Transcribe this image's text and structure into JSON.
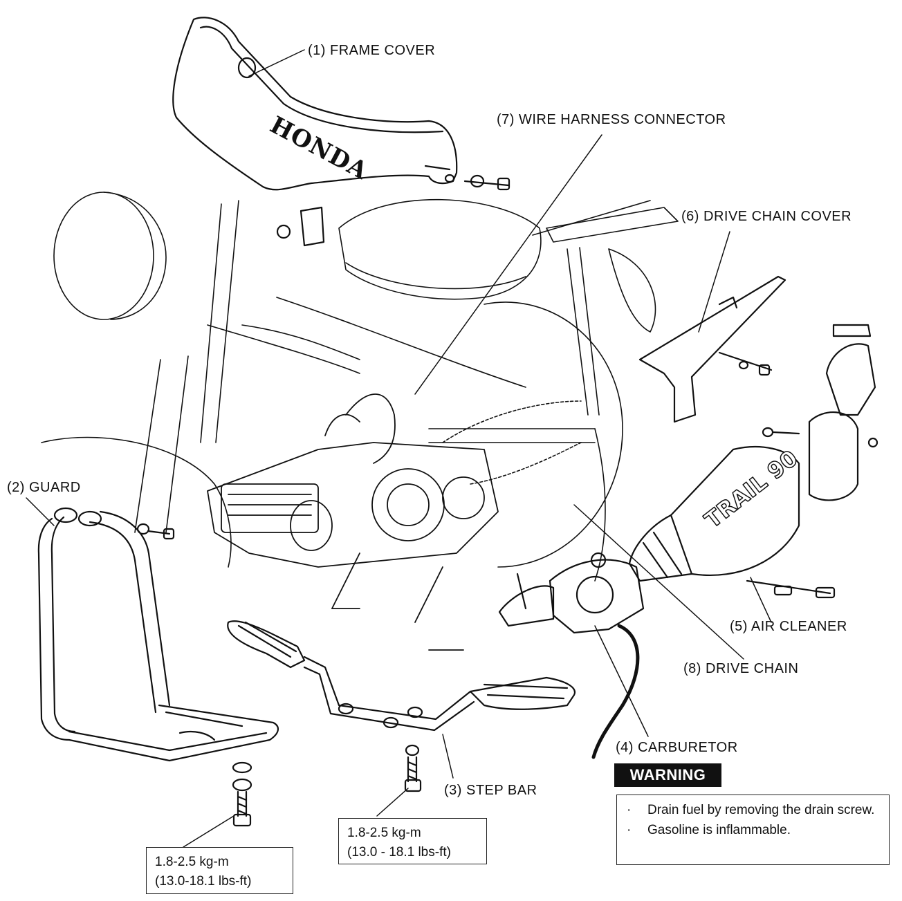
{
  "callouts": {
    "frame_cover": "(1)  FRAME COVER",
    "guard": "(2)  GUARD",
    "step_bar": "(3)  STEP BAR",
    "carburetor": "(4)  CARBURETOR",
    "air_cleaner": "(5)  AIR CLEANER",
    "drive_chain_cover": "(6)  DRIVE CHAIN COVER",
    "wire_harness_connector": "(7)  WIRE HARNESS CONNECTOR",
    "drive_chain": "(8)  DRIVE CHAIN"
  },
  "torque_guard": {
    "line1": "1.8-2.5 kg-m",
    "line2": "(13.0-18.1 lbs-ft)"
  },
  "torque_step_bar": {
    "line1": "1.8-2.5 kg-m",
    "line2": "(13.0 - 18.1 lbs-ft)"
  },
  "warning": {
    "title": "WARNING",
    "bullet_symbol": "·",
    "items": [
      "Drain fuel by removing the drain screw.",
      "Gasoline is inflammable."
    ]
  },
  "part_markings": {
    "frame_cover_brand": "HONDA",
    "air_cleaner_model": "TRAIL 90"
  },
  "colors": {
    "ink": "#111111",
    "paper": "#ffffff",
    "warning_badge_bg": "#111111",
    "warning_badge_text": "#ffffff"
  }
}
